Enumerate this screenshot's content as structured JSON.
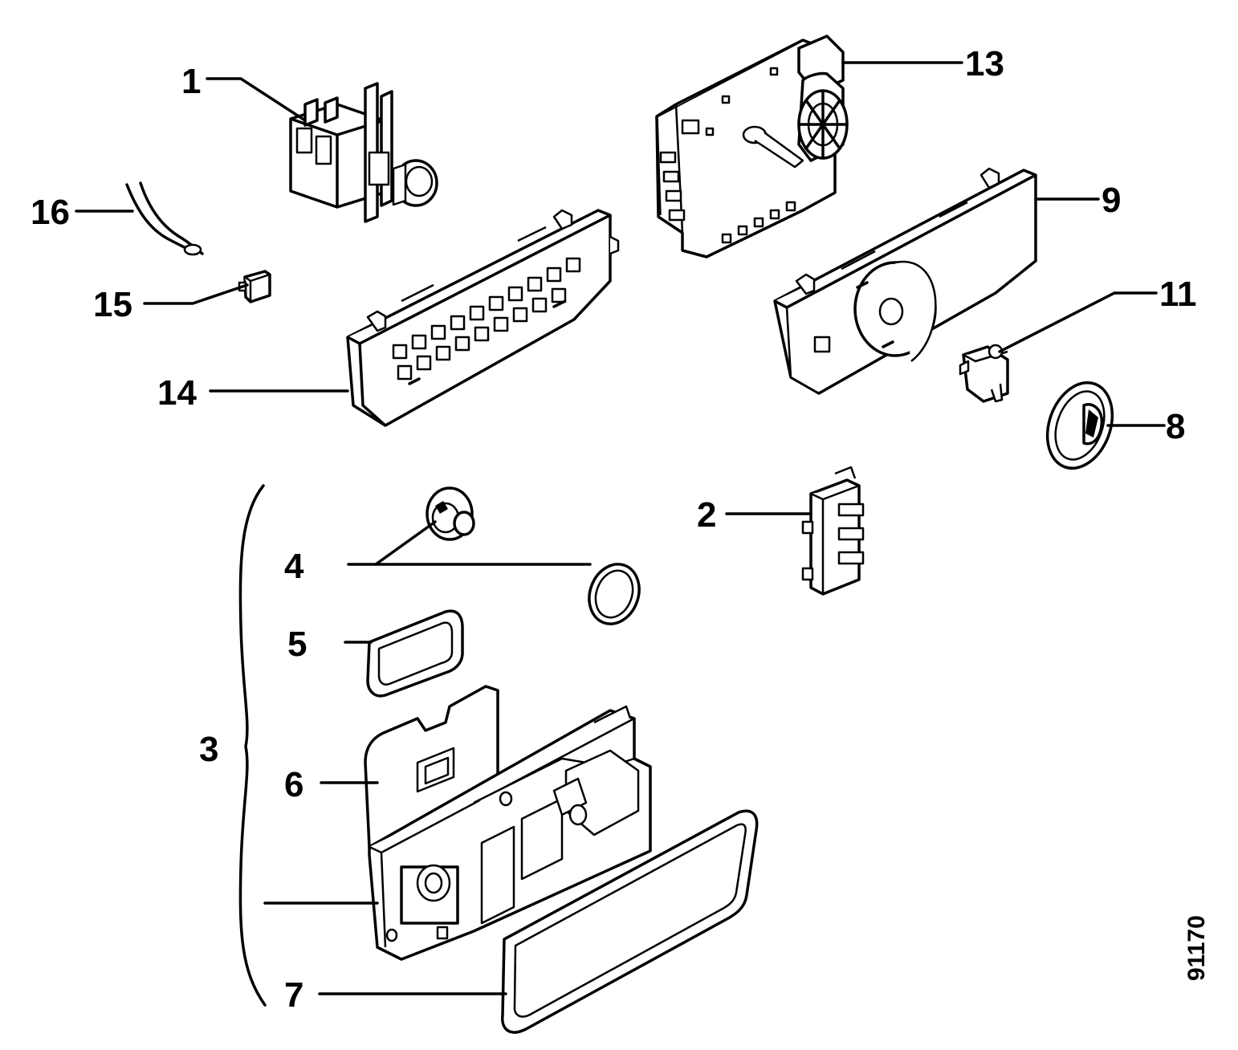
{
  "diagram": {
    "reference_code": "91170",
    "callouts": [
      {
        "id": "1",
        "label": "1"
      },
      {
        "id": "2",
        "label": "2"
      },
      {
        "id": "3",
        "label": "3"
      },
      {
        "id": "4",
        "label": "4"
      },
      {
        "id": "5",
        "label": "5"
      },
      {
        "id": "6",
        "label": "6"
      },
      {
        "id": "7",
        "label": "7"
      },
      {
        "id": "8",
        "label": "8"
      },
      {
        "id": "9",
        "label": "9"
      },
      {
        "id": "11",
        "label": "11"
      },
      {
        "id": "13",
        "label": "13"
      },
      {
        "id": "14",
        "label": "14"
      },
      {
        "id": "15",
        "label": "15"
      },
      {
        "id": "16",
        "label": "16"
      }
    ],
    "colors": {
      "ink": "#000000",
      "paper": "#ffffff"
    }
  }
}
